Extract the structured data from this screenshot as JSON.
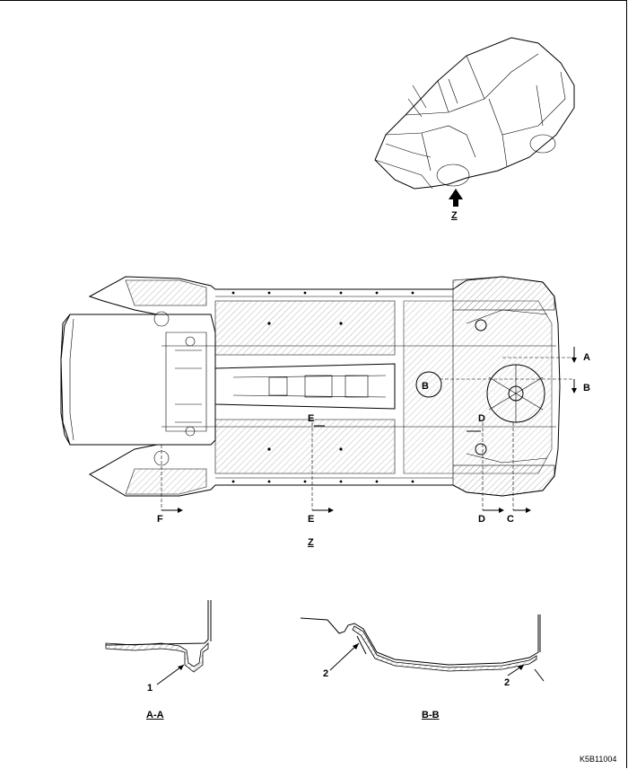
{
  "labels": {
    "view_z_top": "Z",
    "view_z_bottom": "Z",
    "A_right": "A",
    "B_right": "B",
    "B_tank": "B",
    "C_bottom": "C",
    "D_bottom": "D",
    "D_mid": "D",
    "E_bottom": "E",
    "E_mid": "E",
    "F_bottom": "F",
    "callout_1": "1",
    "callout_2_left": "2",
    "callout_2_right": "2",
    "section_aa": "A-A",
    "section_bb": "B-B",
    "drawing_code": "K5B11004"
  }
}
